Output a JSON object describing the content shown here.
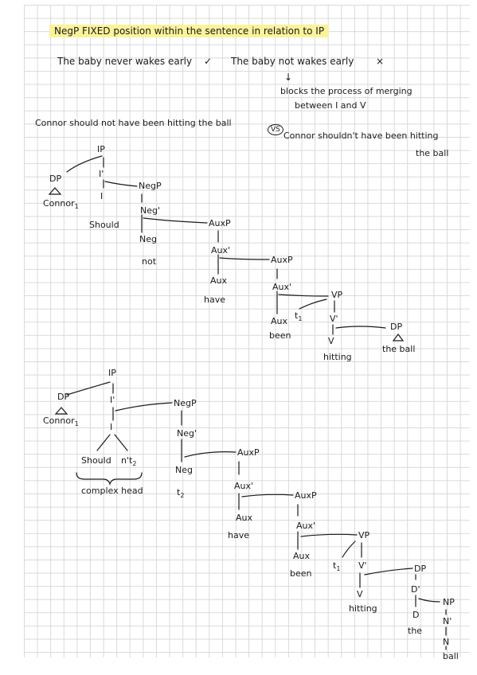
{
  "header": {
    "title": "NegP FIXED position within the sentence in relation to IP",
    "highlight_color": "#fbf39a"
  },
  "examples": {
    "ok_sentence": "The baby never wakes early",
    "ok_mark": "✓",
    "bad_sentence": "The baby not wakes early",
    "bad_mark": "×",
    "arrow": "↓",
    "note_line1": "blocks the process of merging",
    "note_line2": "between I and V",
    "contrast_left": "Connor should not have been hitting the ball",
    "vs": "VS",
    "contrast_right_line1": "Connor shouldn't have been hitting",
    "contrast_right_line2": "the ball"
  },
  "tree1": {
    "ip": "IP",
    "dp": "DP",
    "connor": "Connor",
    "connor_sub": "1",
    "i_bar": "I'",
    "i": "I",
    "should": "Should",
    "negp": "NegP",
    "neg_bar": "Neg'",
    "neg": "Neg",
    "not": "not",
    "auxp1": "AuxP",
    "aux_bar1": "Aux'",
    "aux1": "Aux",
    "have": "have",
    "auxp2": "AuxP",
    "aux_bar2": "Aux'",
    "aux2": "Aux",
    "been": "been",
    "vp": "VP",
    "t1": "t",
    "t1_sub": "1",
    "v_bar": "V'",
    "v": "V",
    "hitting": "hitting",
    "dp_obj": "DP",
    "the_ball": "the ball"
  },
  "tree2": {
    "ip": "IP",
    "dp": "DP",
    "connor": "Connor",
    "connor_sub": "1",
    "i_bar": "I'",
    "i": "I",
    "should": "Should",
    "nt": "n't",
    "nt_sub": "2",
    "complex_head": "complex head",
    "negp": "NegP",
    "neg_bar": "Neg'",
    "neg": "Neg",
    "t2": "t",
    "t2_sub": "2",
    "auxp1": "AuxP",
    "aux_bar1": "Aux'",
    "aux1": "Aux",
    "have": "have",
    "auxp2": "AuxP",
    "aux_bar2": "Aux'",
    "aux2": "Aux",
    "been": "been",
    "vp": "VP",
    "t1": "t",
    "t1_sub": "1",
    "v_bar": "V'",
    "v": "V",
    "hitting": "hitting",
    "dp_obj": "DP",
    "d_bar": "D'",
    "d": "D",
    "the": "the",
    "np": "NP",
    "n_bar": "N'",
    "n": "N",
    "ball": "ball"
  }
}
